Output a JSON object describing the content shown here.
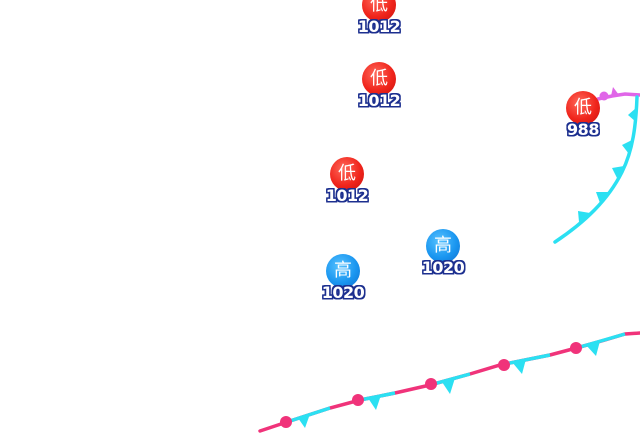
{
  "map": {
    "colors": {
      "low_disc": "#ee2a20",
      "high_disc": "#1b97ef",
      "pressure_text_outline": "#1c2f8f",
      "cold_front": "#2be0f2",
      "warm_front": "#f0337a",
      "occluded_front": "#e066e8"
    },
    "pressure_centers": [
      {
        "type": "low",
        "symbol": "低",
        "pressure": "1012"
      },
      {
        "type": "low",
        "symbol": "低",
        "pressure": "1012"
      },
      {
        "type": "low",
        "symbol": "低",
        "pressure": "1012"
      },
      {
        "type": "low",
        "symbol": "低",
        "pressure": "988"
      },
      {
        "type": "high",
        "symbol": "高",
        "pressure": "1020"
      },
      {
        "type": "high",
        "symbol": "高",
        "pressure": "1020"
      }
    ],
    "fronts": [
      {
        "type": "stationary",
        "name": "stationary-front-south"
      },
      {
        "type": "cold",
        "name": "cold-front-east"
      },
      {
        "type": "occluded",
        "name": "occluded-front-east"
      }
    ]
  }
}
